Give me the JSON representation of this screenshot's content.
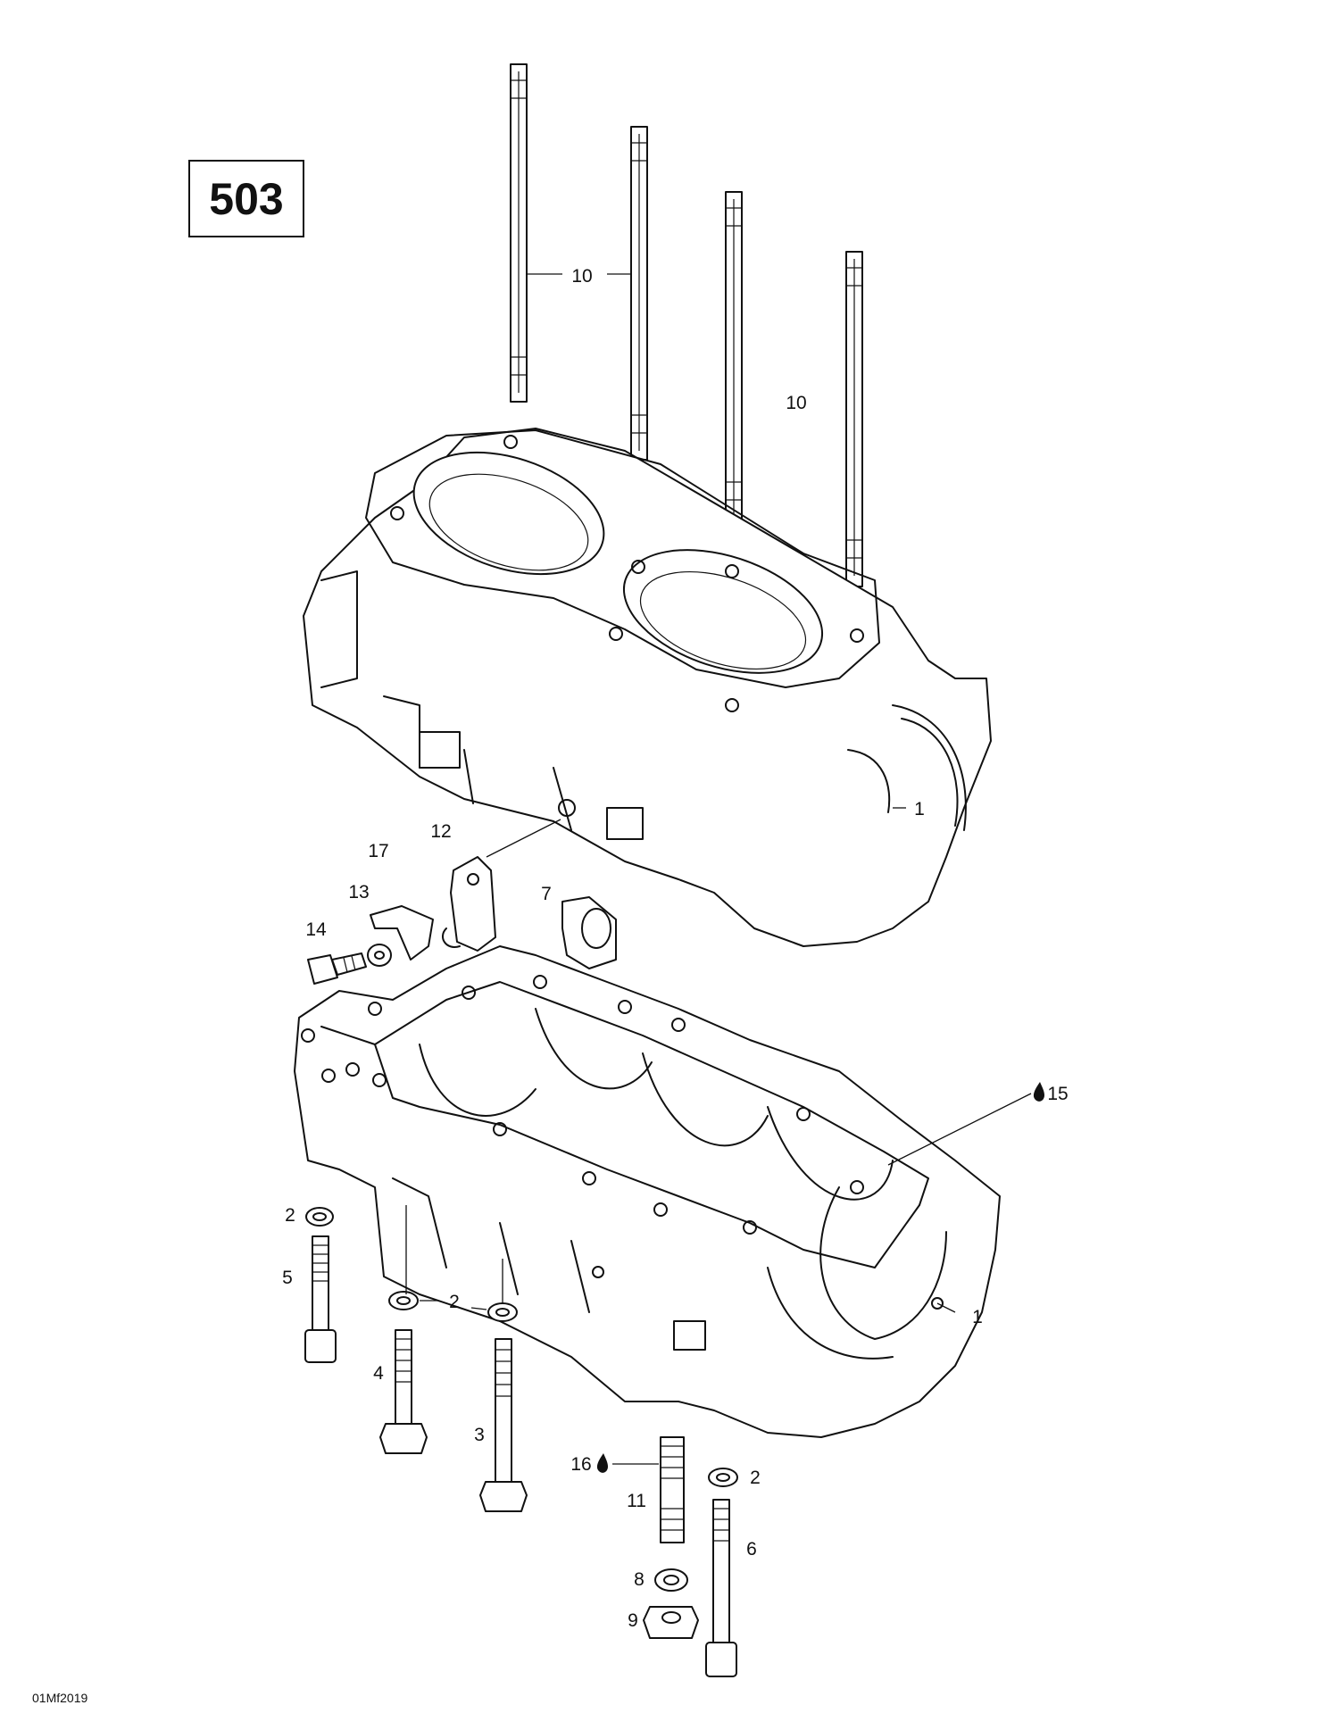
{
  "diagram": {
    "section_number": "503",
    "drawing_code": "01Mf2019",
    "callouts": [
      {
        "id": "c10a",
        "text": "10"
      },
      {
        "id": "c10b",
        "text": "10"
      },
      {
        "id": "c1a",
        "text": "1"
      },
      {
        "id": "c12",
        "text": "12"
      },
      {
        "id": "c17",
        "text": "17"
      },
      {
        "id": "c13",
        "text": "13"
      },
      {
        "id": "c7",
        "text": "7"
      },
      {
        "id": "c14",
        "text": "14"
      },
      {
        "id": "c15",
        "text": "15"
      },
      {
        "id": "c2a",
        "text": "2"
      },
      {
        "id": "c5",
        "text": "5"
      },
      {
        "id": "c2b",
        "text": "2"
      },
      {
        "id": "c1b",
        "text": "1"
      },
      {
        "id": "c4",
        "text": "4"
      },
      {
        "id": "c3",
        "text": "3"
      },
      {
        "id": "c16",
        "text": "16"
      },
      {
        "id": "c2c",
        "text": "2"
      },
      {
        "id": "c11",
        "text": "11"
      },
      {
        "id": "c6",
        "text": "6"
      },
      {
        "id": "c8",
        "text": "8"
      },
      {
        "id": "c9",
        "text": "9"
      }
    ]
  }
}
